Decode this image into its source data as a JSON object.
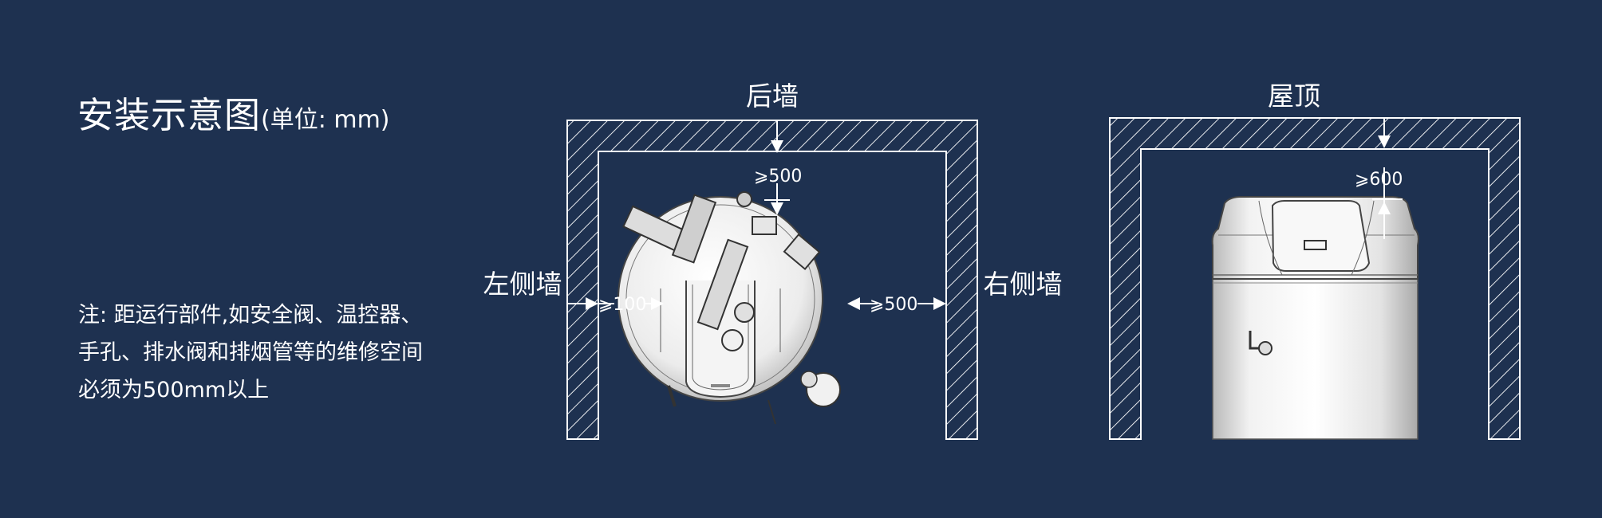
{
  "title": {
    "main": "安装示意图",
    "unit": "(单位: mm)"
  },
  "note": {
    "lines": [
      "注: 距运行部件,如安全阀、温控器、",
      "手孔、排水阀和排烟管等的维修空间",
      "必须为500mm以上"
    ]
  },
  "top_view": {
    "back_wall": "后墙",
    "left_wall": "左侧墙",
    "right_wall": "右侧墙",
    "back_clearance": "⩾500",
    "left_clearance": "⩾100",
    "right_clearance": "⩾500"
  },
  "side_view": {
    "roof": "屋顶",
    "top_clearance": "⩾600"
  },
  "colors": {
    "background": "#1e3150",
    "line": "#ffffff",
    "tank": "#e8e8e8"
  }
}
